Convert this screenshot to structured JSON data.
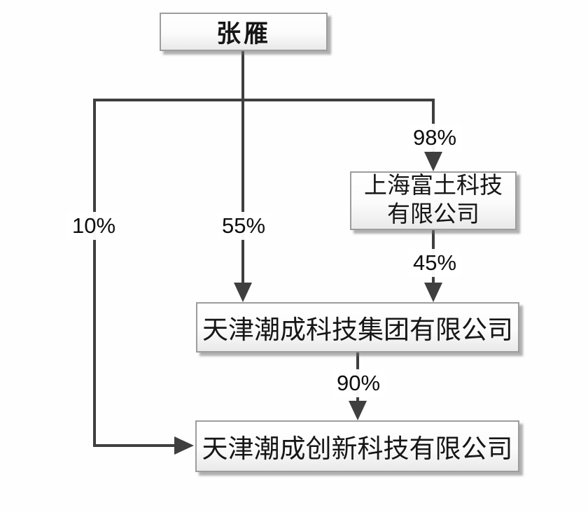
{
  "diagram": {
    "type": "equity-ownership-structure",
    "colors": {
      "line": "#3f3f3f",
      "box_border": "#9d9d9d",
      "box_fill_top": "#ffffff",
      "box_fill_bottom": "#e9e9e9",
      "box_shadow": "#6e6e6e",
      "label_background": "#ffffff",
      "text": "#161616"
    },
    "nodes": [
      {
        "id": "zhangyan",
        "label": "张雁"
      },
      {
        "id": "shanghai",
        "label": "上海富土科技有限公司",
        "label_lines": [
          "上海富土科技",
          "有限公司"
        ]
      },
      {
        "id": "group",
        "label": "天津潮成科技集团有限公司"
      },
      {
        "id": "innovation",
        "label": "天津潮成创新科技有限公司"
      }
    ],
    "edges": [
      {
        "from": "张雁",
        "to": "上海富土科技有限公司",
        "label": "98%"
      },
      {
        "from": "张雁",
        "to": "天津潮成科技集团有限公司",
        "label": "55%"
      },
      {
        "from": "张雁",
        "to": "天津潮成创新科技有限公司",
        "label": "10%"
      },
      {
        "from": "上海富土科技有限公司",
        "to": "天津潮成科技集团有限公司",
        "label": "45%"
      },
      {
        "from": "天津潮成科技集团有限公司",
        "to": "天津潮成创新科技有限公司",
        "label": "90%"
      }
    ]
  }
}
